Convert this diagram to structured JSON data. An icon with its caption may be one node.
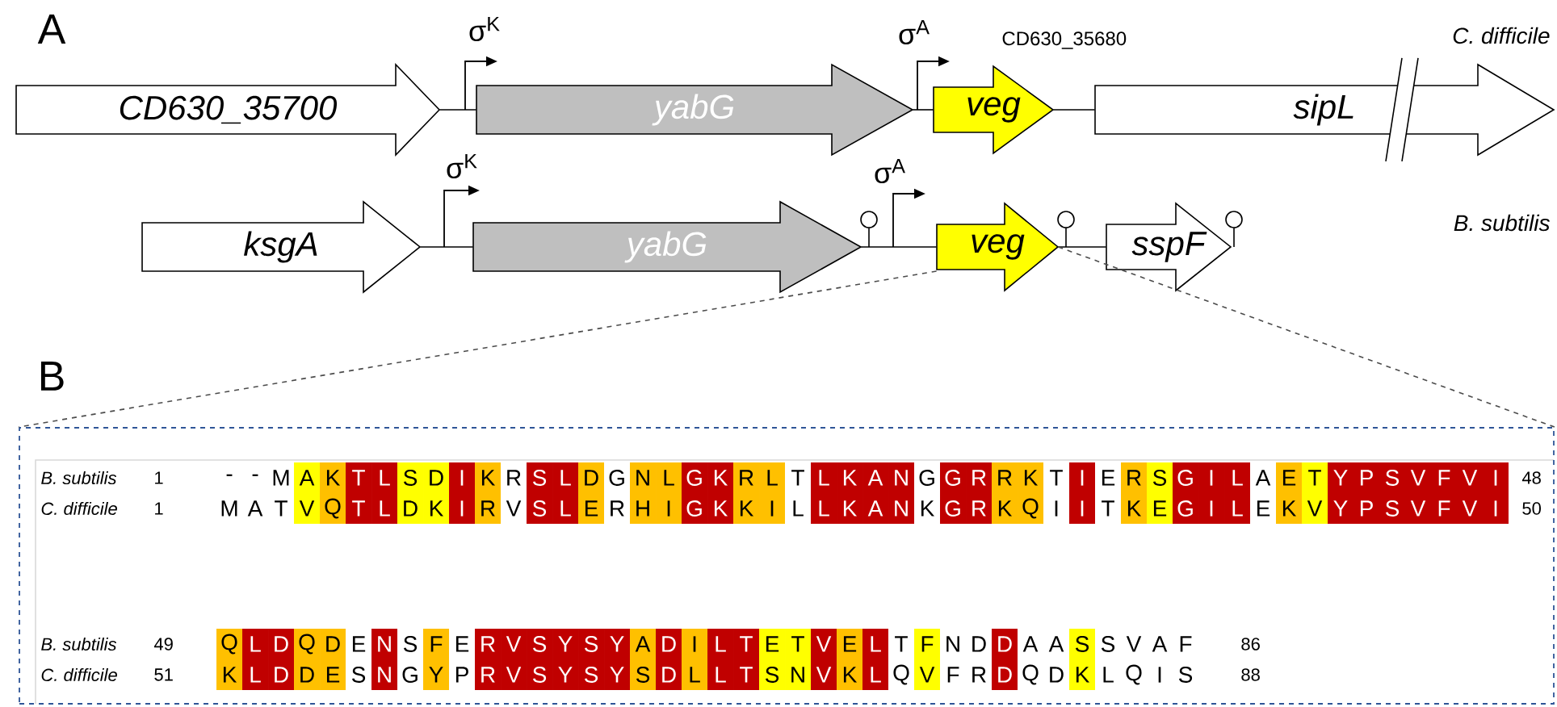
{
  "diagram": {
    "nodes": [
      {
        "text": [
          "CD630_35700"
        ]
      },
      {
        "text": [
          "yabG"
        ]
      },
      {
        "text": [
          "veg"
        ],
        "beside": [
          "CD630_35680"
        ]
      },
      {
        "text": [
          "sipL"
        ]
      },
      {
        "text": [
          "ksgA"
        ]
      },
      {
        "text": [
          "yabG"
        ]
      },
      {
        "text": [
          "veg"
        ]
      },
      {
        "text": [
          "sspF"
        ]
      },
      {
        "text": [],
        "shape": "box"
      }
    ],
    "edges": [
      {
        "from": 0,
        "to": 1,
        "arrow": "none"
      },
      {
        "from": 1,
        "to": 2,
        "arrow": "none"
      },
      {
        "from": 2,
        "to": 3,
        "arrow": "none"
      },
      {
        "from": 4,
        "to": 5,
        "arrow": "none"
      },
      {
        "from": 5,
        "to": 6,
        "arrow": "none"
      },
      {
        "from": 6,
        "to": 7,
        "arrow": "none"
      },
      {
        "from": 6,
        "to": 8,
        "arrow": "none",
        "style": "dashed"
      },
      {
        "from": 6,
        "to": 8,
        "arrow": "none",
        "style": "dashed"
      }
    ],
    "labels": [
      "A",
      "σ$^{K}$",
      "σ$^{A}$",
      "C. difficile",
      "σ$^{K}$",
      "σ$^{A}$",
      "B. subtilis",
      "B",
      "B. subtilis",
      "1",
      "-",
      "-",
      "M",
      "A",
      "K",
      "T",
      "L",
      "S",
      "D",
      "I",
      "K",
      "R",
      "S",
      "L",
      "D",
      "G",
      "N",
      "L",
      "G",
      "K",
      "R",
      "L",
      "T",
      "L",
      "K",
      "A",
      "N",
      "G",
      "G",
      "R",
      "R",
      "K",
      "T",
      "I",
      "E",
      "R",
      "S",
      "G",
      "I",
      "L",
      "A",
      "E",
      "T",
      "Y",
      "P",
      "S",
      "V",
      "F",
      "V",
      "I",
      "48",
      "C. difficile",
      "1",
      "M",
      "A",
      "T",
      "V",
      "Q",
      "T",
      "L",
      "D",
      "K",
      "I",
      "R",
      "V",
      "S",
      "L",
      "E",
      "R",
      "H",
      "I",
      "G",
      "K",
      "K",
      "I",
      "L",
      "L",
      "K",
      "A",
      "N",
      "K",
      "G",
      "R",
      "K",
      "Q",
      "I",
      "I",
      "T",
      "K",
      "E",
      "G",
      "I",
      "L",
      "E",
      "K",
      "V",
      "Y",
      "P",
      "S",
      "V",
      "F",
      "V",
      "I",
      "50",
      "B. subtilis",
      "49",
      "Q",
      "L",
      "D",
      "Q",
      "D",
      "E",
      "N",
      "S",
      "F",
      "E",
      "R",
      "V",
      "S",
      "Y",
      "S",
      "Y",
      "A",
      "D",
      "I",
      "L",
      "T",
      "E",
      "T",
      "V",
      "E",
      "L",
      "T",
      "F",
      "N",
      "D",
      "D",
      "A",
      "A",
      "S",
      "S",
      "V",
      "A",
      "F",
      "86",
      "C. difficile",
      "51",
      "K",
      "L",
      "D",
      "D",
      "E",
      "S",
      "N",
      "G",
      "Y",
      "P",
      "R",
      "V",
      "S",
      "Y",
      "S",
      "Y",
      "S",
      "D",
      "L",
      "L",
      "T",
      "S",
      "N",
      "V",
      "K",
      "L",
      "Q",
      "V",
      "F",
      "R",
      "D",
      "Q",
      "D",
      "K",
      "L",
      "Q",
      "I",
      "S",
      "88"
    ]
  }
}
